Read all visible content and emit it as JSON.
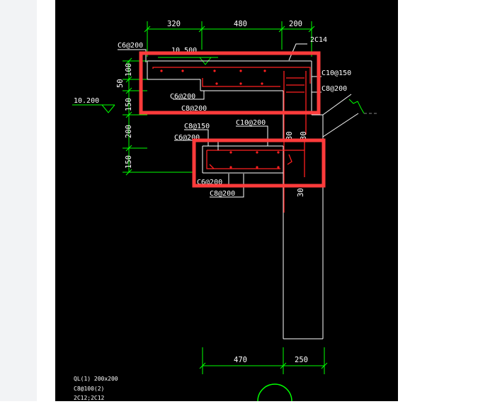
{
  "colors": {
    "background": "#000000",
    "outline": "#ffffff",
    "dimension": "#00ff00",
    "rebar": "#ff2020",
    "highlight": "#ff3b3b",
    "gutter": "#f2f3f5"
  },
  "dimensions_top": [
    "320",
    "480",
    "200"
  ],
  "dimensions_left": [
    "100",
    "50",
    "150",
    "200",
    "150"
  ],
  "dimensions_bottom": [
    "470",
    "250"
  ],
  "rotated_dims": [
    "30",
    "30",
    "30"
  ],
  "elevations": {
    "top": "10.500",
    "side": "10.200"
  },
  "labels": {
    "c6_top": "C6@200",
    "c2_14": "2C14",
    "c10_150": "C10@150",
    "c8_200_right": "C8@200",
    "c6_mid": "C6@200",
    "c8_200_mid": "C8@200",
    "c8_150": "C8@150",
    "c10_200": "C10@200",
    "c6_lower": "C6@200",
    "c6_bottom": "C6@200",
    "c8_200_bottom": "C8@200"
  },
  "beam_note": {
    "line1": "QL(1) 200x200",
    "line2": "C8@100(2)",
    "line3": "2C12;2C12"
  },
  "highlight_boxes_count": 2
}
